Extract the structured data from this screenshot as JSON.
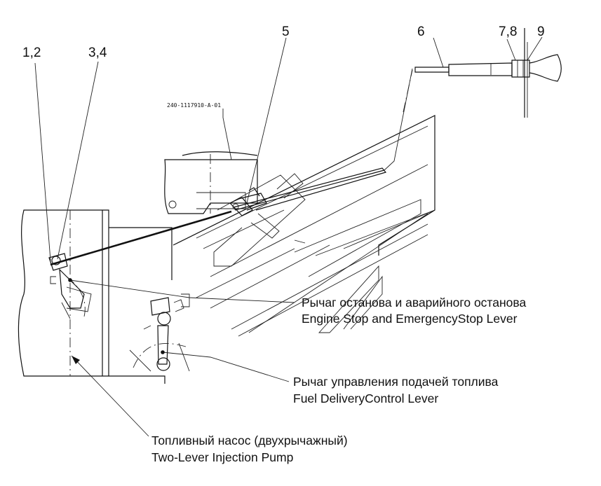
{
  "callouts": {
    "c1": "1,2",
    "c2": "3,4",
    "c3": "5",
    "c4": "6",
    "c5": "7,8",
    "c6": "9"
  },
  "drawing_ref": "240-1117910-A-01",
  "labels": {
    "stop_lever_ru": "Рычаг останова и  аварийного останова",
    "stop_lever_en": "Engine Stop and EmergencyStop Lever",
    "fuel_lever_ru": "Рычаг управления подачей топлива",
    "fuel_lever_en": "Fuel DeliveryControl Lever",
    "pump_ru": "Топливный насос  (двухрычажный)",
    "pump_en": "Two-Lever Injection Pump"
  }
}
